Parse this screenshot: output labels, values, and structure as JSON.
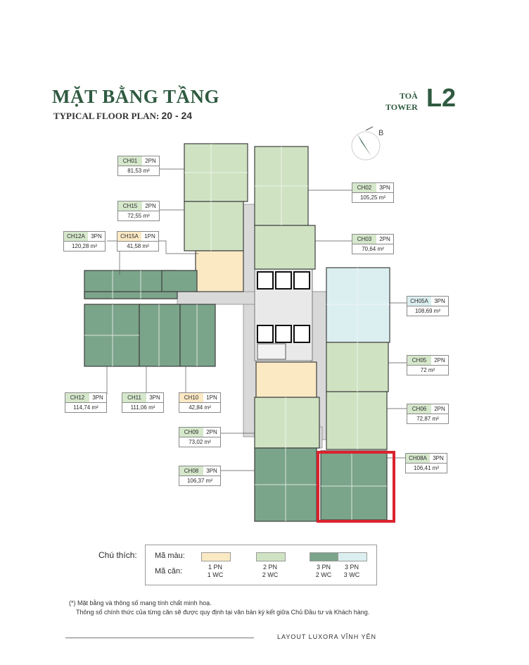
{
  "header": {
    "title": "MẶT BẰNG TẦNG",
    "subtitle": "TYPICAL FLOOR PLAN:",
    "floors": "20 - 24",
    "tower_line1": "TOÀ",
    "tower_line2": "TOWER",
    "tower_code": "L2",
    "compass_letter": "B"
  },
  "units": [
    {
      "code": "CH01",
      "bed": "2PN",
      "area": "81,53 m²",
      "type": "2pn"
    },
    {
      "code": "CH02",
      "bed": "3PN",
      "area": "105,25 m²",
      "type": "3pn2wc"
    },
    {
      "code": "CH15",
      "bed": "2PN",
      "area": "72,55 m²",
      "type": "2pn"
    },
    {
      "code": "CH03",
      "bed": "2PN",
      "area": "70,64 m²",
      "type": "2pn"
    },
    {
      "code": "CH12A",
      "bed": "3PN",
      "area": "120,28 m²",
      "type": "3pn2wc"
    },
    {
      "code": "CH15A",
      "bed": "1PN",
      "area": "41,58 m²",
      "type": "1pn"
    },
    {
      "code": "CH05A",
      "bed": "3PN",
      "area": "108,69 m²",
      "type": "3pn3wc"
    },
    {
      "code": "CH05",
      "bed": "2PN",
      "area": "72 m²",
      "type": "2pn"
    },
    {
      "code": "CH12",
      "bed": "3PN",
      "area": "114,74 m²",
      "type": "3pn2wc"
    },
    {
      "code": "CH11",
      "bed": "3PN",
      "area": "111,06 m²",
      "type": "3pn2wc"
    },
    {
      "code": "CH10",
      "bed": "1PN",
      "area": "42,84 m²",
      "type": "1pn"
    },
    {
      "code": "CH06",
      "bed": "2PN",
      "area": "72,87 m²",
      "type": "2pn"
    },
    {
      "code": "CH09",
      "bed": "2PN",
      "area": "73,02 m²",
      "type": "2pn"
    },
    {
      "code": "CH08A",
      "bed": "3PN",
      "area": "106,41 m²",
      "type": "3pn2wc"
    },
    {
      "code": "CH08",
      "bed": "3PN",
      "area": "106,37 m²",
      "type": "3pn2wc"
    }
  ],
  "legend": {
    "title": "Chú thích:",
    "color_label": "Mã màu:",
    "unit_label": "Mã căn:",
    "items": [
      {
        "bed": "1 PN",
        "wc": "1 WC",
        "color": "#fbe9c4"
      },
      {
        "bed": "2 PN",
        "wc": "2 WC",
        "color": "#cfe3c2"
      },
      {
        "bed": "3 PN",
        "wc": "2 WC",
        "color": "#7ba58a"
      },
      {
        "bed": "3 PN",
        "wc": "3 WC",
        "color": "#dceff0"
      }
    ]
  },
  "note": {
    "line1": "(*) Mặt bằng và thông số mang tính chất minh hoạ.",
    "line2": "Thông số chính thức của từng căn sẽ được quy định tại văn bản ký kết giữa Chủ Đầu tư và Khách hàng."
  },
  "footer": "LAYOUT LUXORA VĨNH YÊN",
  "colors": {
    "brand": "#2f5a40",
    "highlight": "#d9232e"
  }
}
